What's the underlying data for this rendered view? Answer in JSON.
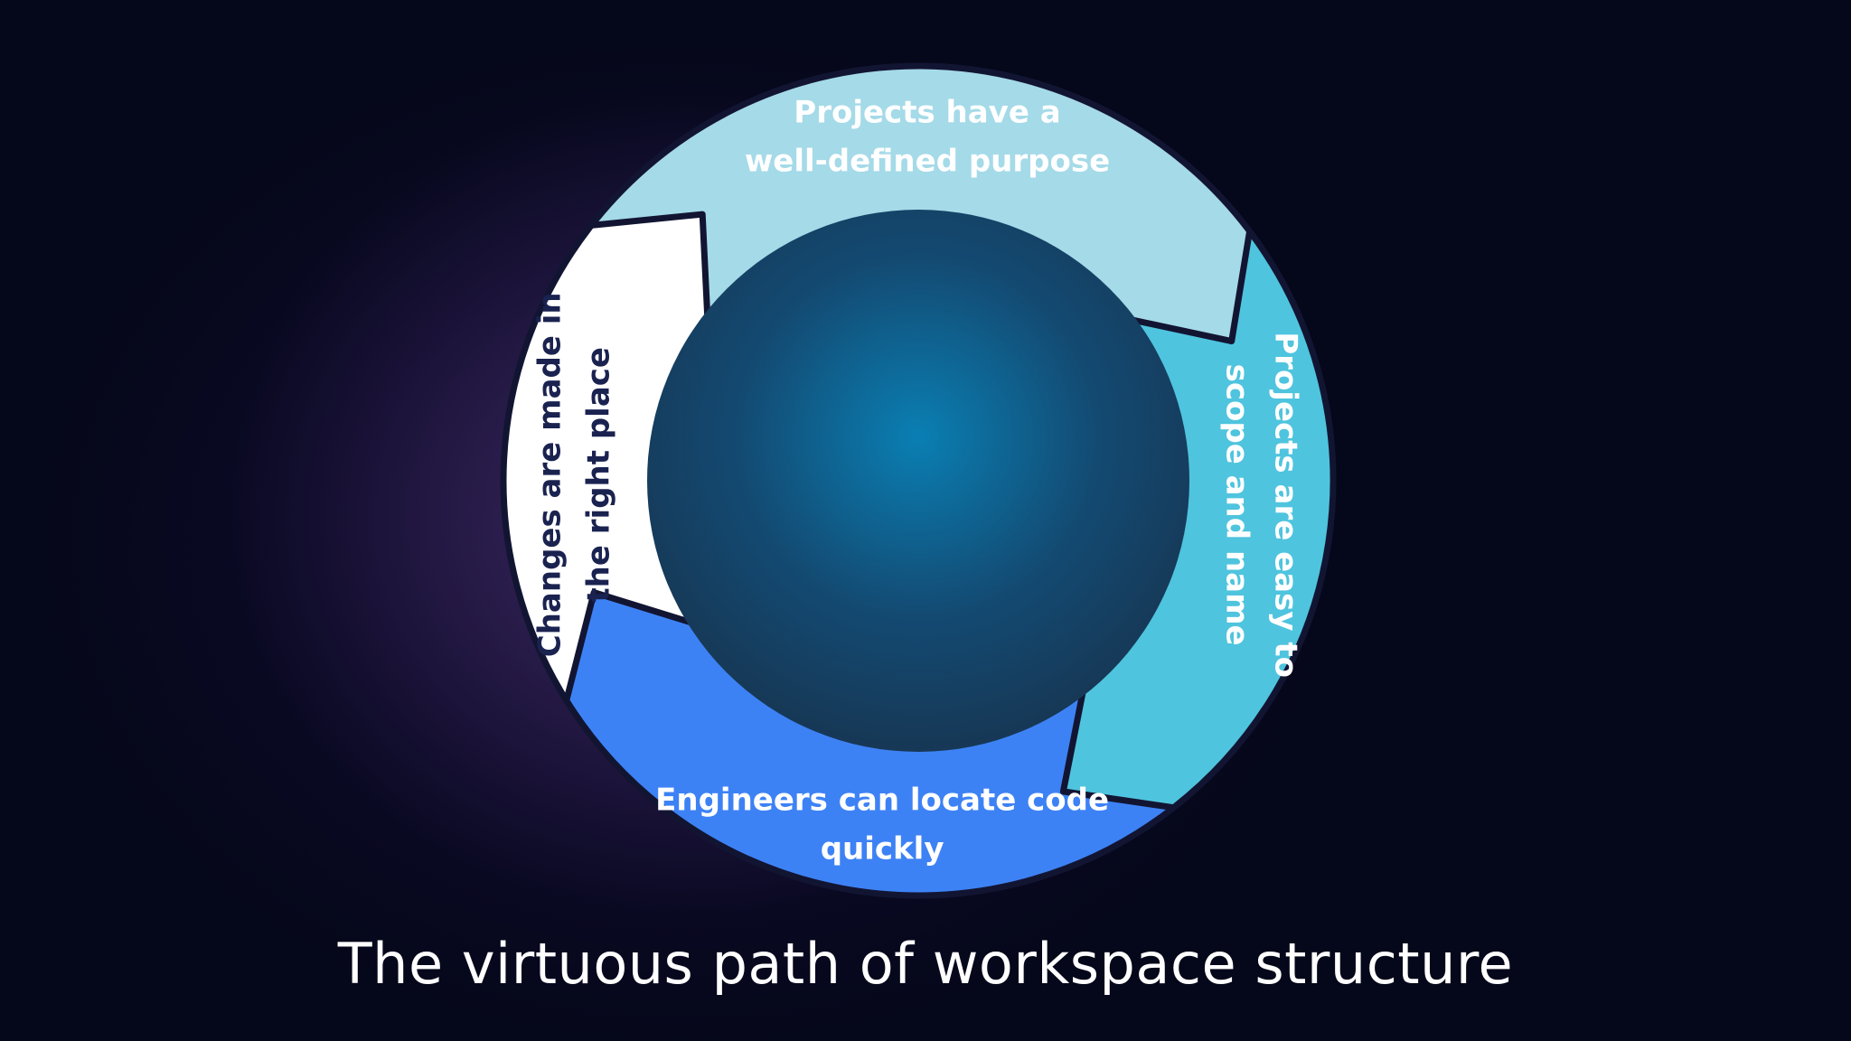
{
  "diagram": {
    "segments": [
      {
        "id": "top",
        "lines": [
          "Projects have a",
          "well-defined purpose"
        ],
        "fill": "#a5dae8",
        "text_color": "#ffffff"
      },
      {
        "id": "right",
        "lines": [
          "Projects are easy to",
          "scope and name"
        ],
        "fill": "#4fc4de",
        "text_color": "#ffffff"
      },
      {
        "id": "bottom",
        "lines": [
          "Engineers can locate code",
          "quickly"
        ],
        "fill": "#3d82f5",
        "text_color": "#ffffff"
      },
      {
        "id": "left",
        "lines": [
          "Changes are made in",
          "the right place"
        ],
        "fill": "#ffffff",
        "text_color": "#1a2250"
      }
    ],
    "center_colors": {
      "inner": "#0a7fb3",
      "mid": "#134a72",
      "outer": "#173653"
    },
    "outline_color": "#121532"
  },
  "caption": {
    "text": "The virtuous path of workspace structure",
    "color": "#ffffff"
  }
}
